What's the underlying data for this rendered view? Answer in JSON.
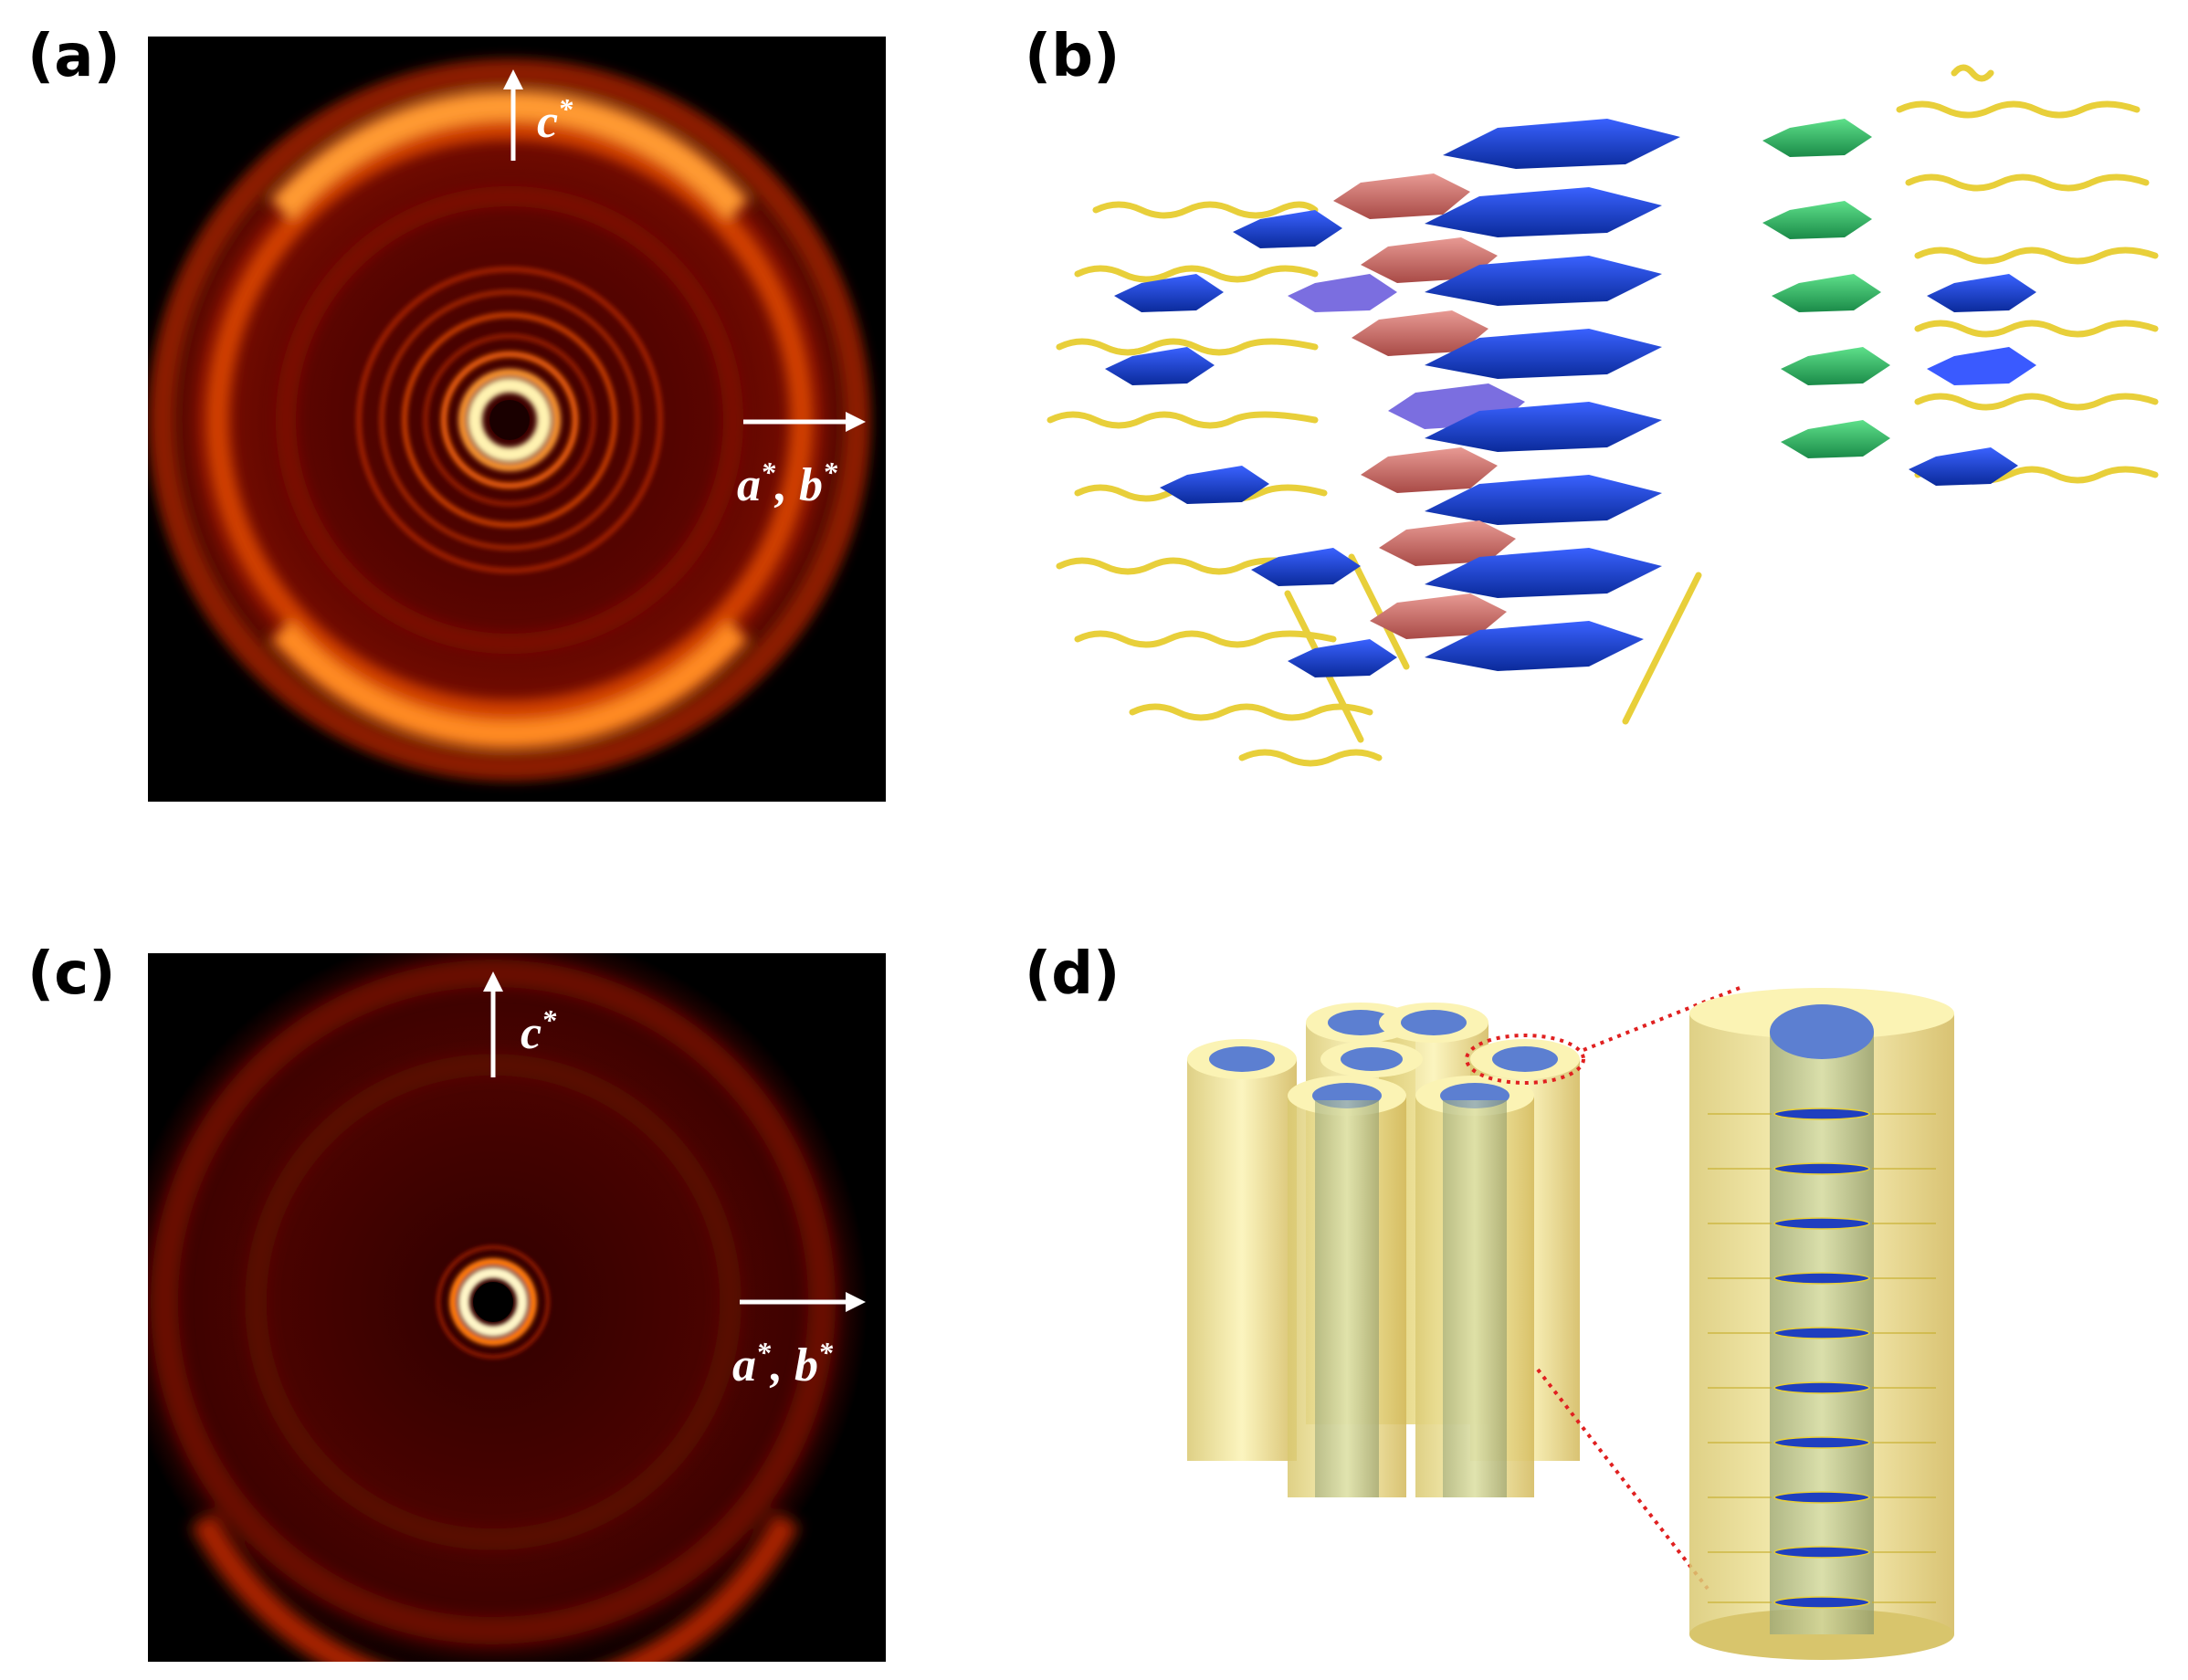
{
  "panels": {
    "a": {
      "label": "(a)",
      "axis_vertical": "c",
      "axis_horizontal": "a",
      "axis_horizontal_2": "b",
      "star": "*",
      "comma": ","
    },
    "b": {
      "label": "(b)"
    },
    "c": {
      "label": "(c)",
      "axis_vertical": "c",
      "axis_horizontal": "a",
      "axis_horizontal_2": "b",
      "star": "*",
      "comma": ","
    },
    "d": {
      "label": "(d)"
    }
  },
  "colors": {
    "disk_blue": "#1f3fbf",
    "disk_red": "#c96a66",
    "disk_green": "#2fae5f",
    "alkyl_chain": "#e8cf3a",
    "column_shell": "#f2ea9a",
    "column_core": "#5c7fd1",
    "zoom_line": "#e02020"
  }
}
